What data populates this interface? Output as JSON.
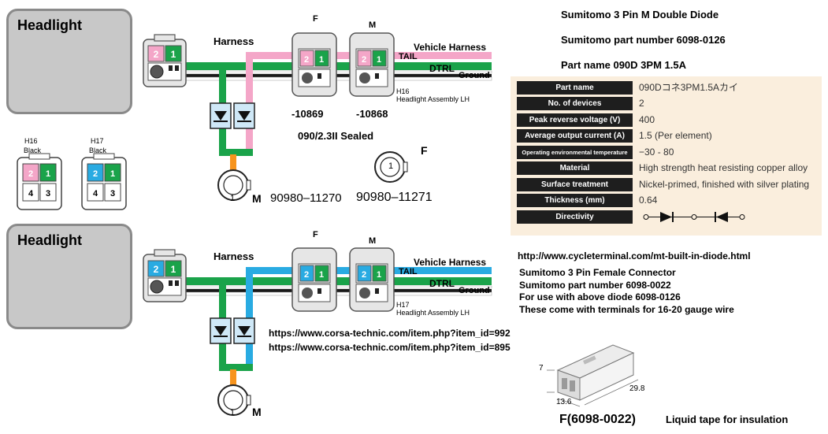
{
  "top_diagram": {
    "headlight_label": "Headlight",
    "harness_label": "Harness",
    "female_label": "F",
    "male_label": "M",
    "vehicle_harness_label": "Vehicle Harness",
    "tail_label": "TAIL",
    "dtrl_label": "DTRL",
    "ground_label": "Ground",
    "connector_code": "H16",
    "assembly_label": "Headlight Assembly LH",
    "female_part_suffix": "-10869",
    "male_part_suffix": "-10868",
    "sealed_label": "090/2.3II Sealed",
    "diode_plug_male_part": "90980–11270",
    "diode_plug_female_part": "90980–11271",
    "plug_pin_label": "1",
    "plug_male_letter": "M",
    "plug_female_letter": "F",
    "accent_color": "#f4a6c8"
  },
  "bottom_diagram": {
    "headlight_label": "Headlight",
    "harness_label": "Harness",
    "female_label": "F",
    "male_label": "M",
    "vehicle_harness_label": "Vehicle Harness",
    "tail_label": "TAIL",
    "dtrl_label": "DTRL",
    "ground_label": "Ground",
    "connector_code": "H17",
    "assembly_label": "Headlight Assembly LH",
    "plug_pin_label": "1",
    "plug_male_letter": "M",
    "accent_color": "#29abe2"
  },
  "side_connectors": [
    {
      "code": "H16",
      "color_label": "Black",
      "pins": [
        "2",
        "1",
        "4",
        "3"
      ],
      "accent": "#f4a6c8"
    },
    {
      "code": "H17",
      "color_label": "Black",
      "pins": [
        "2",
        "1",
        "4",
        "3"
      ],
      "accent": "#29abe2"
    }
  ],
  "pin_labels": {
    "left": "2",
    "right": "1"
  },
  "wire_colors": {
    "green": "#1aa34a",
    "white": "#ffffff",
    "black": "#1a1a1a",
    "orange": "#f7941d",
    "diode_box": "#cfe8f7"
  },
  "product_info": {
    "title": "Sumitomo 3 Pin M Double Diode",
    "part_number": "Sumitomo part number 6098-0126",
    "part_name": "Part name  090D 3PM 1.5A"
  },
  "spec_table": [
    {
      "key": "Part name",
      "value": "090Dコネ3PM1.5Aカイ"
    },
    {
      "key": "No. of devices",
      "value": "2"
    },
    {
      "key": "Peak reverse voltage (V)",
      "value": "400"
    },
    {
      "key": "Average output current (A)",
      "value": "1.5 (Per element)"
    },
    {
      "key": "Operating environmental temperature (°C)",
      "value": "−30 - 80"
    },
    {
      "key": "Material",
      "value": "High strength heat resisting copper alloy"
    },
    {
      "key": "Surface treatment",
      "value": "Nickel-primed, finished with silver plating"
    },
    {
      "key": "Thickness (mm)",
      "value": "0.64"
    },
    {
      "key": "Directivity",
      "value": ""
    }
  ],
  "links": {
    "cycleterminal": "http://www.cycleterminal.com/mt-built-in-diode.html",
    "corsa_1": "https://www.corsa-technic.com/item.php?item_id=992",
    "corsa_2": "https://www.corsa-technic.com/item.php?item_id=895"
  },
  "female_connector_info": {
    "line1": "Sumitomo 3 Pin Female Connector",
    "line2": "Sumitomo part number 6098-0022",
    "line3": "For use with above diode 6098-0126",
    "line4": "These come with terminals for 16-20 gauge wire"
  },
  "female_drawing": {
    "dim_height": "7",
    "dim_width": "13.6",
    "dim_length": "29.8",
    "caption": "F(6098-0022)"
  },
  "liquid_tape_note": "Liquid tape for insulation"
}
